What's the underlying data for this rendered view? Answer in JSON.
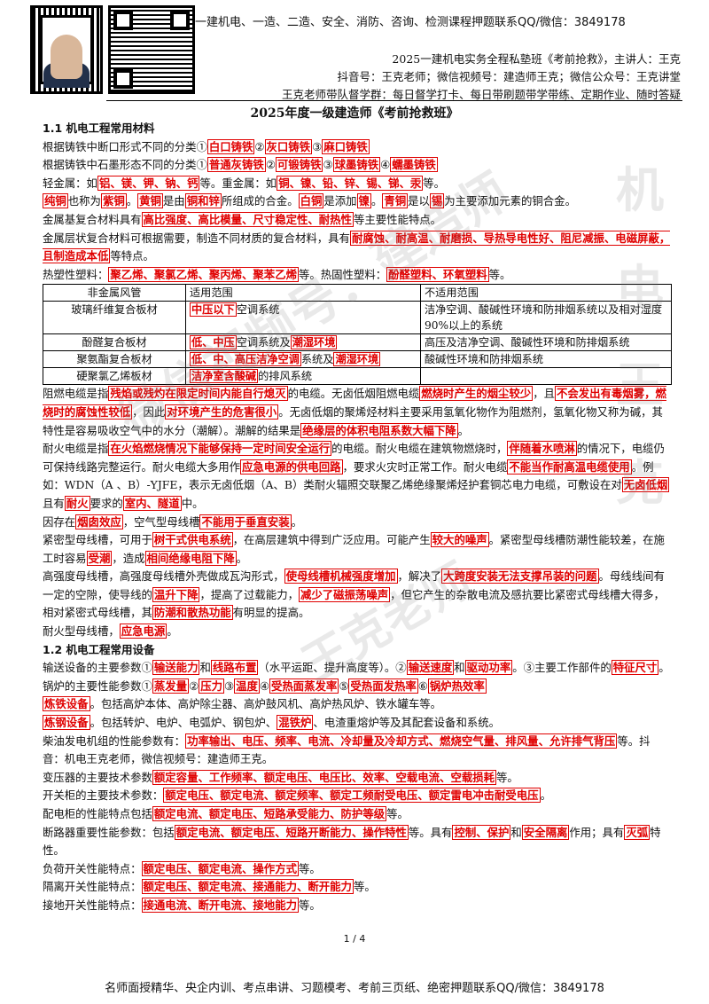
{
  "header": {
    "top": "一建机电、一造、二造、安全、消防、咨询、检测课程押题联系QQ/微信：3849178",
    "line1": "2025一建机电实务全程私塾班《考前抢救》，主讲人：王克",
    "line2": "抖音号：王克老师；微信视频号：建造师王克；微信公众号：王克讲堂",
    "line3": "王克老师带队督学群：每日督学打卡、每日带刷题带学带练、定期作业、随时答疑"
  },
  "title": "2025年度一级建造师《考前抢救班》",
  "sections": {
    "s1": "1.1  机电工程常用材料",
    "s2": "1.2  机电工程常用设备"
  },
  "para": {
    "p1": [
      "根据铸铁中断口形式不同的分类①",
      "白口铸铁",
      "②",
      "灰口铸铁",
      "③",
      "麻口铸铁"
    ],
    "p2": [
      "根据铸铁中石墨形态不同的分类①",
      "普通灰铸铁",
      "②",
      "可锻铸铁",
      "③",
      "球墨铸铁",
      "④",
      "蠕墨铸铁"
    ],
    "p3": [
      "轻金属：如",
      "铝、镁、钾、钠、钙",
      "等。重金属：如",
      "铜、镍、铅、锌、锡、锑、汞",
      "等。"
    ],
    "p4": [
      "纯铜",
      "也称为",
      "紫铜",
      "。",
      "黄铜",
      "是由",
      "铜和锌",
      "所组成的合金。",
      "白铜",
      "是添加",
      "镍",
      "。",
      "青铜",
      "是以",
      "锡",
      "为主要添加元素的铜合金。"
    ],
    "p5": [
      "金属基复合材料具有",
      "高比强度、高比模量、尺寸稳定性、耐热性",
      "等主要性能特点。"
    ],
    "p6": [
      "金属层状复合材料可根据需要，制造不同材质的复合材料，具有",
      "耐腐蚀、耐高温、耐磨损、导热导电性好、阻尼减振、电磁屏蔽，且制造成本低",
      "等特点。"
    ],
    "p7": [
      "热塑性塑料：",
      "聚乙烯、聚氯乙烯、聚丙烯、聚苯乙烯",
      "等。热固性塑料：",
      "酚醛塑料、环氧塑料",
      "等。"
    ],
    "p8": [
      "阻燃电缆是指",
      "残焰或残灼在限定时间内能自行熄灭",
      "的电缆。无卤低烟阻燃电缆",
      "燃烧时产生的烟尘较少",
      "，且",
      "不会发出有毒烟雾，燃烧时的腐蚀性较低",
      "，因此",
      "对环境产生的危害很小",
      "。无卤低烟的聚烯烃材料主要采用氢氧化物作为阻燃剂，氢氧化物又称为碱，其特性是容易吸收空气中的水分（潮解）。潮解的结果是",
      "绝缘层的体积电阻系数大幅下降",
      "。"
    ],
    "p9": [
      "耐火电缆是指",
      "在火焰燃烧情况下能够保持一定时间安全运行",
      "的电缆。耐火电缆在建筑物燃烧时，",
      "伴随着水喷淋",
      "的情况下，电缆仍可保持线路完整运行。耐火电缆大多用作",
      "应急电源的供电回路",
      "，要求火灾时正常工作。耐火电缆",
      "不能当作耐高温电缆使用",
      "。例如：WDN（A 、B）-YJFE，表示无卤低烟（A、B）类耐火辐照交联聚乙烯绝缘聚烯烃护套铜芯电力电缆，可敷设在对",
      "无卤低烟",
      "且有",
      "耐火",
      "要求的",
      "室内、隧道",
      "中。"
    ],
    "p10": [
      "因存在",
      "烟囱效应",
      "，空气型母线槽",
      "不能用于垂直安装",
      "。"
    ],
    "p11": [
      "紧密型母线槽，可用于",
      "树干式供电系统",
      "，在高层建筑中得到广泛应用。可能产生",
      "较大的噪声",
      "。紧密型母线槽防潮性能较差，在施工时容易",
      "受潮",
      "，造成",
      "相间绝缘电阻下降",
      "。"
    ],
    "p12": [
      "高强度母线槽，高强度母线槽外壳做成瓦沟形式，",
      "使母线槽机械强度增加",
      "，解决了",
      "大跨度安装无法支撑吊装的问题",
      "。母线线间有一定的空隙，使导线的",
      "温升下降",
      "，提高了过载能力，",
      "减少了磁振荡噪声",
      "，但它产生的杂散电流及感抗要比紧密式母线槽大得多，相对紧密式母线槽，其",
      "防潮和散热功能",
      "有明显的提高。"
    ],
    "p13": [
      "耐火型母线槽，",
      "应急电源",
      "。"
    ],
    "p14": [
      "输送设备的主要参数①",
      "输送能力",
      "和",
      "线路布置",
      "（水平运距、提升高度等）。②",
      "输送速度",
      "和",
      "驱动功率",
      "。③主要工作部件的",
      "特征尺寸",
      "。"
    ],
    "p15": [
      "锅炉的主要性能参数①",
      "蒸发量",
      "②",
      "压力",
      "③",
      "温度",
      "④",
      "受热面蒸发率",
      "⑤",
      "受热面发热率",
      "⑥",
      "锅炉热效率"
    ],
    "p16": [
      "炼铁设备",
      "。包括高炉本体、高炉除尘器、高炉鼓风机、高炉热风炉、铁水罐车等。"
    ],
    "p17": [
      "炼钢设备",
      "。包括转炉、电炉、电弧炉、钢包炉、",
      "混铁炉",
      "、电渣重熔炉等及其配套设备和系统。"
    ],
    "p18": [
      "柴油发电机组的性能参数有：",
      "功率输出、电压、频率、电流、冷却量及冷却方式、燃烧空气量、排风量、允许排气背压",
      "等。抖音：机电王克老师，微信视频号：建造师王克。"
    ],
    "p19": [
      "变压器的主要技术参数",
      "额定容量、工作频率、额定电压、电压比、效率、空载电流、空载损耗",
      "等。"
    ],
    "p20": [
      "开关柜的主要技术参数：",
      "额定电压、额定电流、额定频率、额定工频耐受电压、额定雷电冲击耐受电压",
      "。"
    ],
    "p21": [
      "配电柜的性能特点包括",
      "额定电流、额定电压、短路承受能力、防护等级",
      "等。"
    ],
    "p22": [
      "断路器重要性能参数：包括",
      "额定电流、额定电压、短路开断能力、操作特性",
      "等。具有",
      "控制、保护",
      "和",
      "安全隔离",
      "作用；具有",
      "灭弧",
      "特性。"
    ],
    "p23": [
      "负荷开关性能特点：",
      "额定电压、额定电流、操作方式",
      "等。"
    ],
    "p24": [
      "隔离开关性能特点：",
      "额定电压、额定电流、接通能力、断开能力",
      "等。"
    ],
    "p25": [
      "接地开关性能特点：",
      "接通电流、断开电流、接地能力",
      "等。"
    ]
  },
  "table": {
    "headers": [
      "非金属风管",
      "适用范围",
      "不适用范围"
    ],
    "rows": [
      {
        "name": "玻璃纤维复合板材",
        "use": [
          "中压以下",
          "空调系统"
        ],
        "notuse": "洁净空调、酸碱性环境和防排烟系统以及相对湿度90%以上的系统"
      },
      {
        "name": "酚醛复合板材",
        "use": [
          "低、中压",
          "空调系统及",
          "潮湿环境"
        ],
        "notuse": "高压及洁净空调、酸碱性环境和防排烟系统"
      },
      {
        "name": "聚氨酯复合板材",
        "use": [
          "低、中、高压洁净空调",
          "系统及",
          "潮湿环境"
        ],
        "notuse": "酸碱性环境和防排烟系统"
      },
      {
        "name": "硬聚氯乙烯板材",
        "use": [
          "洁净室含酸碱",
          "的排风系统"
        ],
        "notuse": ""
      }
    ]
  },
  "watermarks": {
    "w1": "微信视频号：建造师",
    "w2": "王克老师",
    "wv": "机电王克"
  },
  "page_number": "1 / 4",
  "footer": "名师面授精华、央企内训、考点串讲、习题模考、考前三页纸、绝密押题联系QQ/微信：3849178"
}
